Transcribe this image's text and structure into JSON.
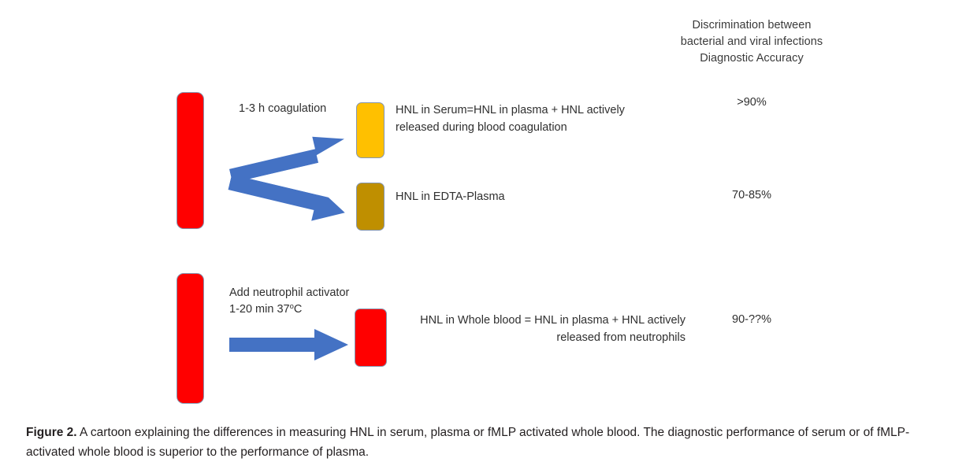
{
  "figure": {
    "column_header": {
      "line1": "Discrimination between",
      "line2": "bacterial and viral infections",
      "line3": "Diagnostic Accuracy"
    },
    "process_labels": {
      "coagulation": "1-3 h coagulation",
      "activator_line1": "Add neutrophil activator",
      "activator_line2_prefix": "1-20 min 37",
      "activator_degree": "o",
      "activator_line2_suffix": "C"
    },
    "rows": [
      {
        "id": "serum",
        "box_color": "#FFC000",
        "description_line1": "HNL in Serum=HNL in plasma + HNL actively",
        "description_line2": "released during blood coagulation",
        "accuracy": ">90%"
      },
      {
        "id": "plasma",
        "box_color": "#BF8F00",
        "description_line1": "HNL in EDTA-Plasma",
        "description_line2": "",
        "accuracy": "70-85%"
      },
      {
        "id": "wholeblood",
        "box_color": "#FF0000",
        "description_line1": "HNL in Whole blood = HNL in plasma + HNL actively",
        "description_line2": "released from neutrophils",
        "accuracy": "90-??%"
      }
    ],
    "source_sample_color": "#FF0000",
    "arrow_color": "#4472C4"
  },
  "caption": {
    "label": "Figure 2.",
    "text": " A cartoon explaining the differences in measuring HNL in serum, plasma or fMLP activated whole blood. The diagnostic performance of serum or of fMLP-activated whole blood is superior to the performance of plasma."
  }
}
